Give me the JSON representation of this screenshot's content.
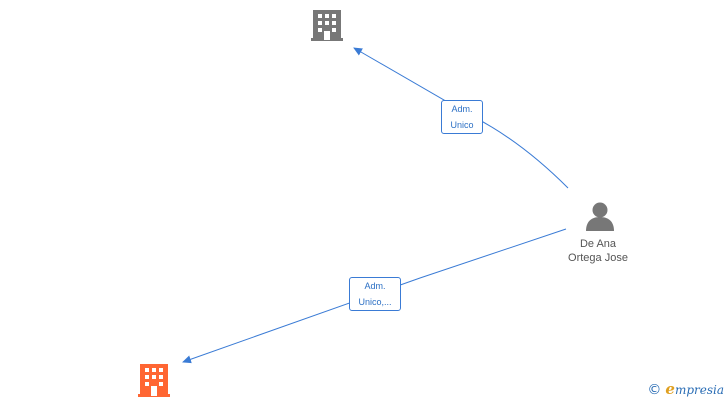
{
  "colors": {
    "edge": "#3a7bd5",
    "company_primary": "#ff6633",
    "company_secondary": "#777777",
    "person": "#777777"
  },
  "nodes": {
    "company_top": {
      "icon": "building-icon",
      "label": ""
    },
    "company_bottom": {
      "icon": "building-icon",
      "label": ""
    },
    "person": {
      "icon": "person-icon",
      "label_line1": "De Ana",
      "label_line2": "Ortega Jose"
    }
  },
  "edges": {
    "to_top": {
      "label_line1": "Adm.",
      "label_line2": "Unico"
    },
    "to_bottom": {
      "label_line1": "Adm.",
      "label_line2": "Unico,..."
    }
  },
  "watermark": {
    "symbol": "©",
    "brand_initial": "e",
    "brand_rest": "mpresia"
  }
}
